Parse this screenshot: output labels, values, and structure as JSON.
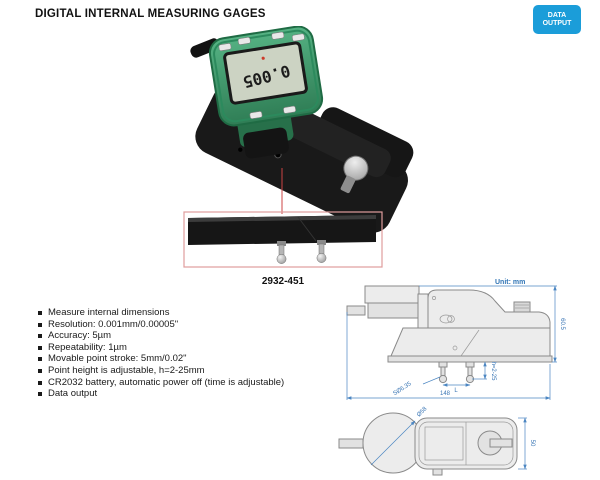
{
  "header": {
    "title": "DIGITAL INTERNAL MEASURING GAGES",
    "badge": {
      "line1": "DATA",
      "line2": "OUTPUT"
    }
  },
  "product": {
    "model": "2932-451",
    "display_value": "0.005"
  },
  "features": [
    "Measure internal dimensions",
    "Resolution: 0.001mm/0.00005\"",
    "Accuracy: 5µm",
    "Repeatability: 1µm",
    "Movable point stroke: 5mm/0.02\"",
    "Point height is adjustable, h=2-25mm",
    "CR2032 battery, automatic power off (time is adjustable)",
    "Data output"
  ],
  "drawings": {
    "unit_label": "Unit: mm",
    "side_view": {
      "overall_height": "60.5",
      "overall_width": "148",
      "point_span": "L",
      "ball_diameter": "SØ6.35",
      "point_height": "h=2-25"
    },
    "top_view": {
      "dial_diameter": "Ø58",
      "body_width": "50"
    }
  },
  "colors": {
    "badge_blue": "#1b9dd9",
    "dimension_blue": "#4b86c2",
    "callout_red": "#e09c9c",
    "indicator_green": "#3e9e6d"
  }
}
